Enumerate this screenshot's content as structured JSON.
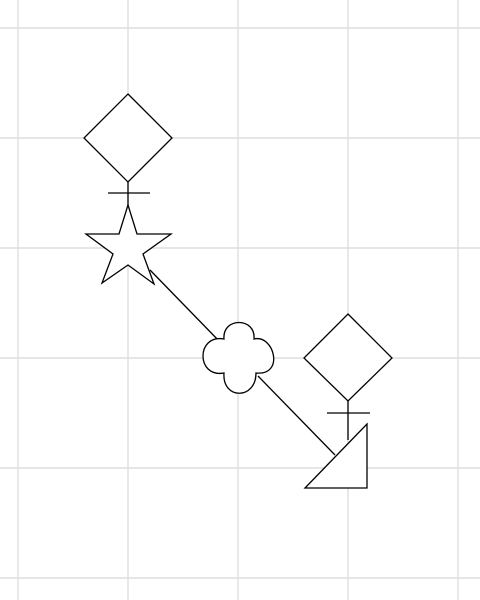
{
  "canvas": {
    "background_color": "#ffffff",
    "grid_visible": true,
    "grid_color": "#dedede",
    "stroke_color": "#000000",
    "fill_color": "#ffffff"
  },
  "shapes": [
    {
      "id": "diamond-top",
      "kind": "diamond",
      "icon": "diamond-shape"
    },
    {
      "id": "star",
      "kind": "star",
      "icon": "star-shape"
    },
    {
      "id": "cloud",
      "kind": "cloud",
      "icon": "cloud-shape"
    },
    {
      "id": "diamond-right",
      "kind": "diamond",
      "icon": "diamond-shape"
    },
    {
      "id": "triangle",
      "kind": "right-triangle",
      "icon": "triangle-shape"
    }
  ],
  "connectors": [
    {
      "from": "diamond-top",
      "to": "star",
      "end_marker": "perpendicular-bar"
    },
    {
      "from": "star",
      "to": "cloud",
      "end_marker": "none"
    },
    {
      "from": "cloud",
      "to": "triangle",
      "end_marker": "none"
    },
    {
      "from": "diamond-right",
      "to": "triangle",
      "end_marker": "perpendicular-bar"
    }
  ]
}
